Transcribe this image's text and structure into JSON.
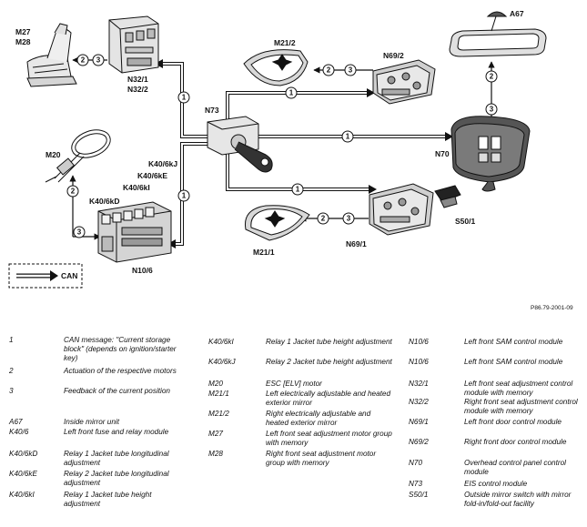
{
  "diagram": {
    "components": {
      "M27": "M27",
      "M28": "M28",
      "N32_1": "N32/1",
      "N32_2": "N32/2",
      "M21_2": "M21/2",
      "N69_2": "N69/2",
      "A67": "A67",
      "N73": "N73",
      "N70": "N70",
      "M20": "M20",
      "K40_6kJ": "K40/6kJ",
      "K40_6kE": "K40/6kE",
      "K40_6kI": "K40/6kI",
      "K40_6kD": "K40/6kD",
      "N10_6": "N10/6",
      "M21_1": "M21/1",
      "N69_1": "N69/1",
      "S50_1": "S50/1"
    },
    "can_label": "CAN",
    "reference": "P86.79-2001-09",
    "numbers": {
      "one": "1",
      "two": "2",
      "three": "3"
    }
  },
  "legend": {
    "col1": [
      {
        "code": "1",
        "desc": "CAN message: \"Current storage block\" (depends on ignition/starter key)"
      },
      {
        "code": "2",
        "desc": "Actuation of the respective motors"
      },
      {
        "code": "3",
        "desc": "Feedback of the current position"
      },
      {
        "code": "A67",
        "desc": "Inside mirror unit"
      },
      {
        "code": "K40/6",
        "desc": "Left front fuse and relay module"
      },
      {
        "code": "K40/6kD",
        "desc": "Relay 1 Jacket tube longitudinal adjustment"
      },
      {
        "code": "K40/6kE",
        "desc": "Relay 2 Jacket tube longitudinal adjustment"
      },
      {
        "code": "K40/6kI",
        "desc": "Relay 1 Jacket tube height adjustment"
      }
    ],
    "col2": [
      {
        "code": "K40/6kI",
        "desc": "Relay 1 Jacket tube height adjustment"
      },
      {
        "code": "K40/6kJ",
        "desc": "Relay 2 Jacket tube height adjustment"
      },
      {
        "code": "M20",
        "desc": "ESC [ELV] motor"
      },
      {
        "code": "M21/1",
        "desc": "Left electrically adjustable and heated exterior mirror"
      },
      {
        "code": "M21/2",
        "desc": "Right electrically adjustable and heated exterior mirror"
      },
      {
        "code": "M27",
        "desc": "Left front seat adjustment motor group with memory"
      },
      {
        "code": "M28",
        "desc": "Right front seat adjustment motor group with memory"
      }
    ],
    "col3": [
      {
        "code": "N10/6",
        "desc": "Left front SAM control module"
      },
      {
        "code": "N10/6",
        "desc": "Left front SAM control module"
      },
      {
        "code": "N32/1",
        "desc": "Left front seat adjustment control module with memory"
      },
      {
        "code": "N32/2",
        "desc": "Right front seat adjustment control module with memory"
      },
      {
        "code": "N69/1",
        "desc": "Left front door control module"
      },
      {
        "code": "N69/2",
        "desc": "Right front door control module"
      },
      {
        "code": "N70",
        "desc": "Overhead control panel control module"
      },
      {
        "code": "N73",
        "desc": "EIS control module"
      },
      {
        "code": "S50/1",
        "desc": "Outside mirror switch with mirror fold-in/fold-out facility"
      }
    ]
  }
}
